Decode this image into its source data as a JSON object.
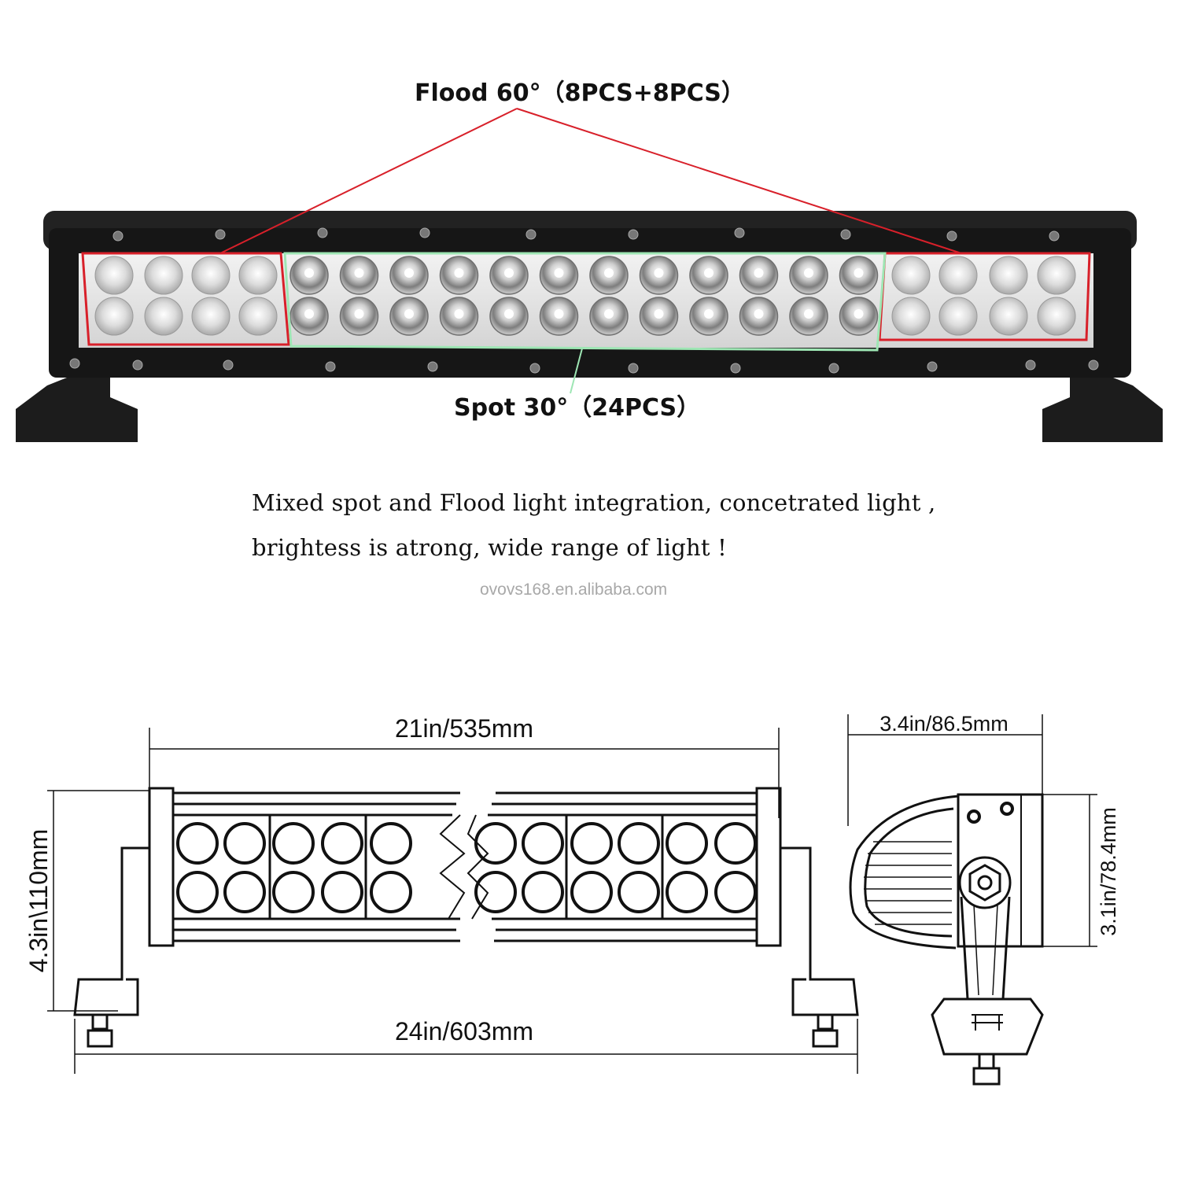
{
  "photo": {
    "flood_label": "Flood 60°（8PCS+8PCS）",
    "spot_label": "Spot 30°（24PCS）",
    "colors": {
      "flood_outline": "#d8202a",
      "spot_outline": "#9ee6b4",
      "housing": "#161616",
      "lens": "#e8e8e8"
    }
  },
  "description": {
    "line1": "Mixed spot and Flood light integration, concetrated light ,",
    "line2": "brightess is atrong, wide range of light !"
  },
  "watermark": "ovovs168.en.alibaba.com",
  "drawing": {
    "width_inner": "21in/535mm",
    "width_total": "24in/603mm",
    "height": "4.3in\\110mm",
    "depth": "3.4in/86.5mm",
    "side_height": "3.1in/78.4mm"
  }
}
